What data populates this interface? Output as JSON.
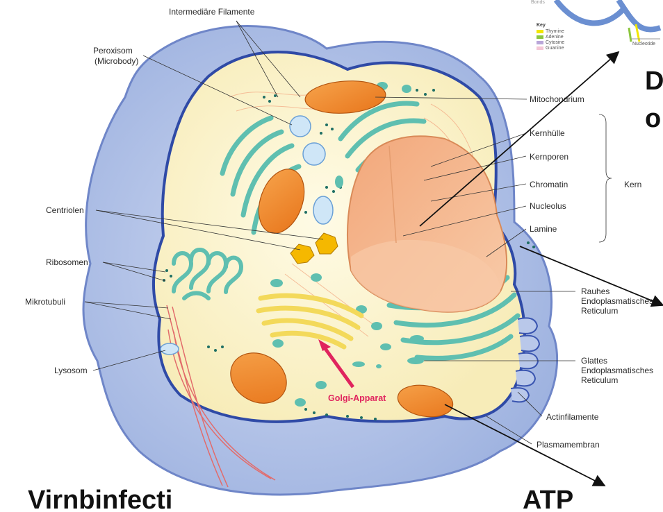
{
  "labels": {
    "intermediaere_filamente": "Intermediäre Filamente",
    "peroxisom_line1": "Peroxisom",
    "peroxisom_line2": "(Microbody)",
    "mitochondrium": "Mitochondrium",
    "kernhuelle": "Kernhülle",
    "kernporen": "Kernporen",
    "chromatin": "Chromatin",
    "nucleolus": "Nucleolus",
    "lamine": "Lamine",
    "kern": "Kern",
    "centriolen": "Centriolen",
    "ribosomen": "Ribosomen",
    "mikrotubuli": "Mikrotubuli",
    "lysosom": "Lysosom",
    "rauhes_er_1": "Rauhes",
    "rauhes_er_2": "Endoplasmatisches",
    "rauhes_er_3": "Reticulum",
    "glattes_er_1": "Glattes",
    "glattes_er_2": "Endoplasmatisches",
    "glattes_er_3": "Reticulum",
    "golgi_apparat": "Golgi-Apparat",
    "actinfilamente": "Actinfilamente",
    "plasmamembran": "Plasmamembran"
  },
  "overlay_text": {
    "right_top_1": "D",
    "right_top_2": "o",
    "bottom_left": "Virnbinfecti",
    "bottom_right": "ATP"
  },
  "dna_inset": {
    "key_title": "Key",
    "key_items": [
      "Thymine",
      "Adenine",
      "Cytosine",
      "Guanine"
    ],
    "key_colors": [
      "#f2e600",
      "#8cc63f",
      "#b9a6d9",
      "#f4c6d6"
    ],
    "nucleotide_label": "Nucleotide",
    "top_left_label": "Bonds"
  },
  "colors": {
    "cytoplasm_outer": "#b9c8ea",
    "cytoplasm_inner": "#fbf3c8",
    "membrane": "#3a55b0",
    "mitochondria": "#f28c28",
    "er": "#6cc7b8",
    "nucleus": "#f5b38a",
    "golgi": "#f3d95a",
    "golgi_arrow": "#e0245e"
  }
}
